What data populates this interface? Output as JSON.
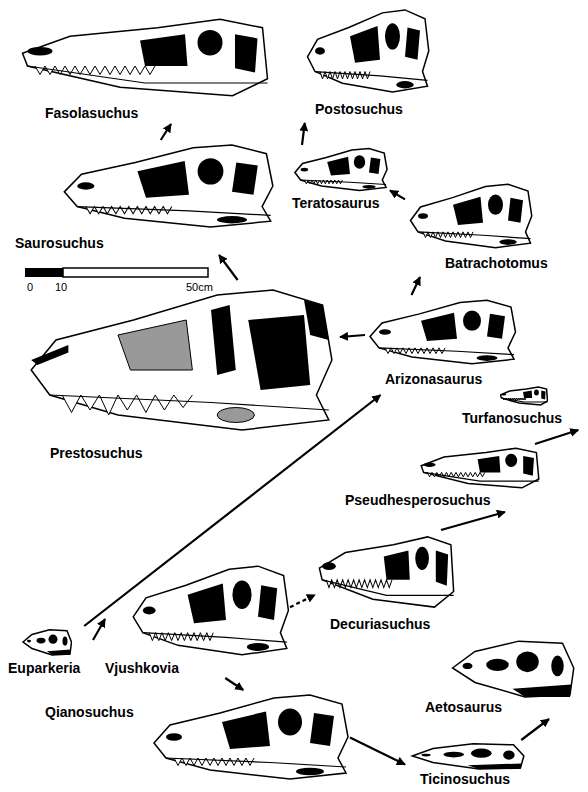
{
  "diagram": {
    "nodes": [
      {
        "text": [
          "Fasolasuchus"
        ]
      },
      {
        "text": [
          "Postosuchus"
        ]
      },
      {
        "text": [
          "Teratosaurus"
        ]
      },
      {
        "text": [
          "Saurosuchus"
        ]
      },
      {
        "text": [
          "Batrachotomus"
        ]
      },
      {
        "text": [
          "Prestosuchus"
        ]
      },
      {
        "text": [
          "Arizonasaurus"
        ]
      },
      {
        "text": [
          "Turfanosuchus"
        ]
      },
      {
        "text": [
          "Pseudhesperosuchus"
        ]
      },
      {
        "text": [
          "Decuriasuchus"
        ]
      },
      {
        "text": [
          "Euparkeria"
        ]
      },
      {
        "text": [
          "Vjushkovia"
        ]
      },
      {
        "text": [
          "Qianosuchus"
        ]
      },
      {
        "text": [
          "Aetosaurus"
        ]
      },
      {
        "text": [
          "Ticinosuchus"
        ]
      }
    ],
    "edges": [
      {
        "from": 10,
        "to": 11,
        "arrow": "to"
      },
      {
        "from": 10,
        "to": 6,
        "arrow": "to"
      },
      {
        "from": 11,
        "to": 9,
        "arrow": "to"
      },
      {
        "from": 11,
        "to": 12,
        "arrow": "to"
      },
      {
        "from": 12,
        "to": 14,
        "arrow": "to"
      },
      {
        "from": 14,
        "to": 13,
        "arrow": "to"
      },
      {
        "from": 9,
        "to": 8,
        "arrow": "to"
      },
      {
        "from": 8,
        "to": 7,
        "arrow": "to"
      },
      {
        "from": 6,
        "to": 5,
        "arrow": "to"
      },
      {
        "from": 6,
        "to": 4,
        "arrow": "to"
      },
      {
        "from": 4,
        "to": 2,
        "arrow": "to"
      },
      {
        "from": 2,
        "to": 1,
        "arrow": "to"
      },
      {
        "from": 5,
        "to": 3,
        "arrow": "to"
      },
      {
        "from": 3,
        "to": 0,
        "arrow": "to"
      }
    ],
    "labels": [
      "0",
      "10",
      "50cm"
    ]
  }
}
